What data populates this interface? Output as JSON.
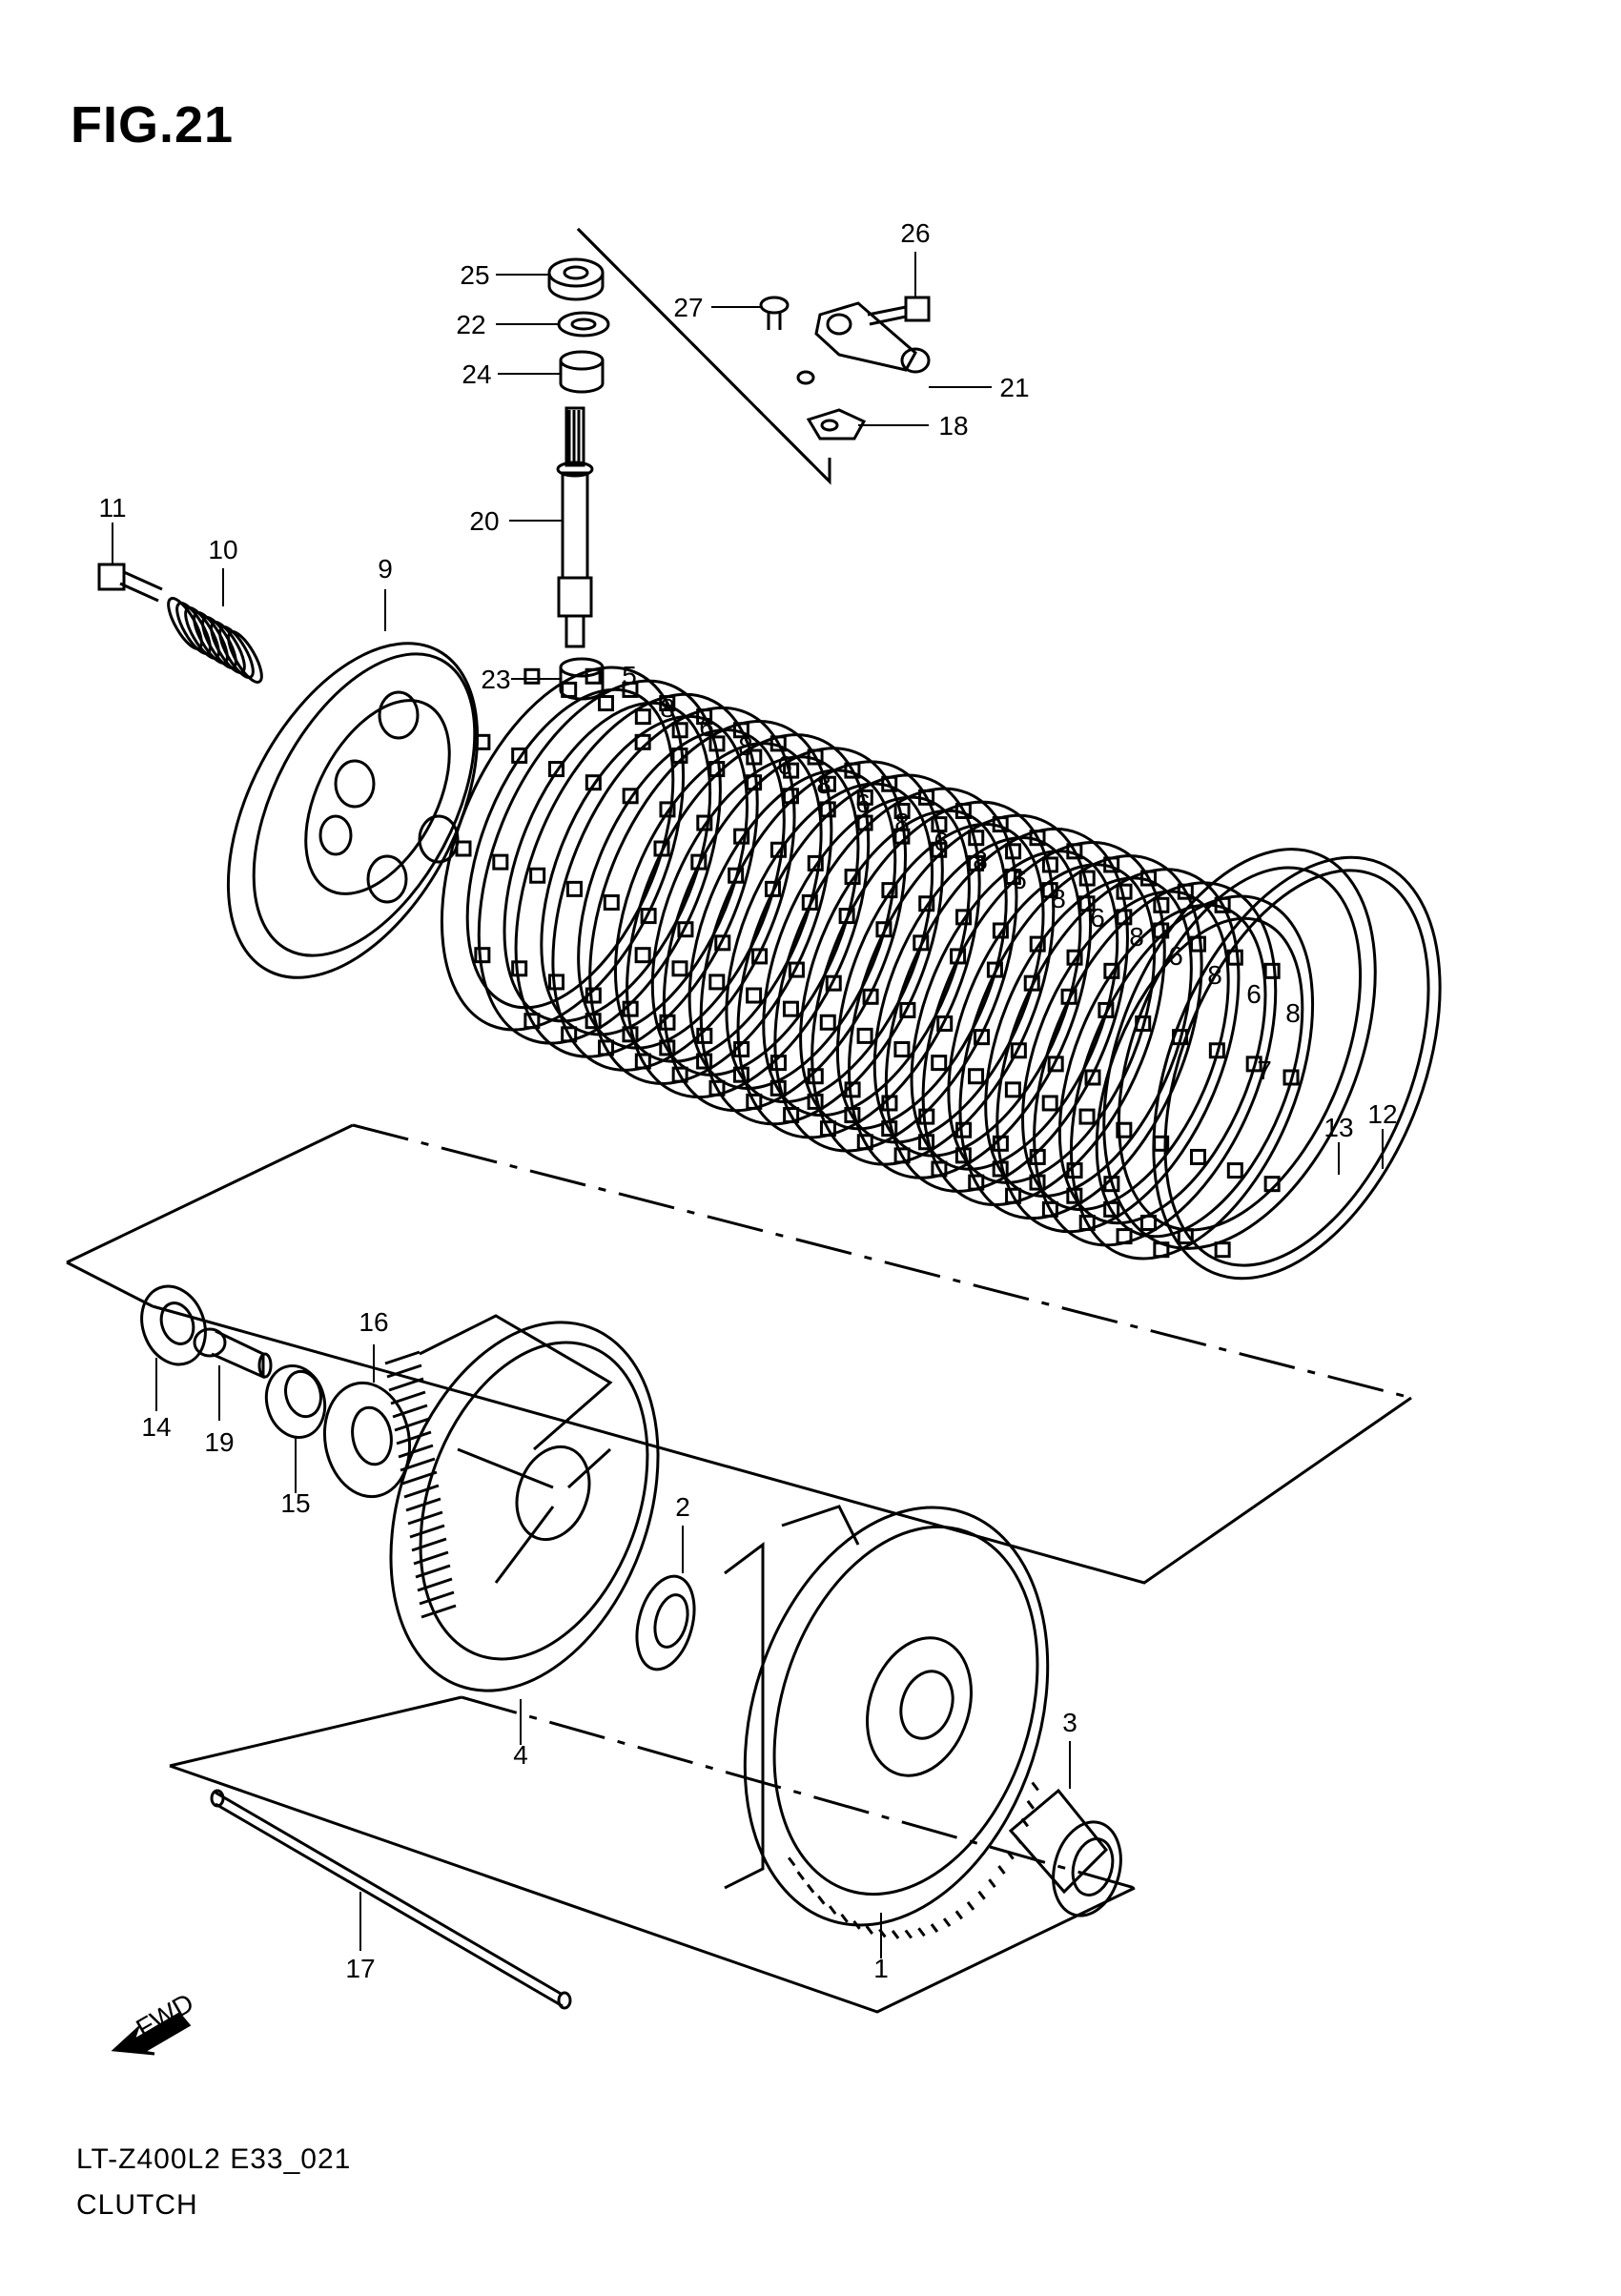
{
  "figure": {
    "title": "FIG.21",
    "model_code": "LT-Z400L2 E33_021",
    "name": "CLUTCH"
  },
  "callouts": [
    "1",
    "2",
    "3",
    "4",
    "5",
    "6",
    "7",
    "8",
    "9",
    "10",
    "11",
    "12",
    "13",
    "14",
    "15",
    "16",
    "17",
    "18",
    "19",
    "20",
    "21",
    "22",
    "23",
    "24",
    "25",
    "26",
    "27"
  ],
  "stack_labels": [
    "5",
    "8",
    "6",
    "8",
    "6",
    "8",
    "6",
    "8",
    "6",
    "8",
    "6",
    "8",
    "6",
    "8",
    "6",
    "8",
    "6",
    "8",
    "7"
  ],
  "fwd_marker": "FWD",
  "colors": {
    "ink": "#000000",
    "paper": "#ffffff"
  }
}
